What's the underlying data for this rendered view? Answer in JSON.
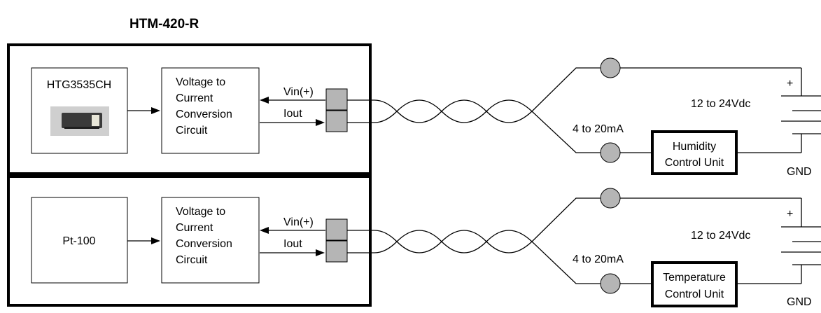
{
  "title": "HTM-420-R",
  "channels": [
    {
      "sensor": "HTG3535CH",
      "converter_lines": [
        "Voltage to",
        "Current",
        "Conversion",
        "Circuit"
      ],
      "vin_label": "Vin(+)",
      "iout_label": "Iout",
      "current_label": "4 to 20mA",
      "supply_label": "12 to 24Vdc",
      "plus_label": "+",
      "gnd_label": "GND",
      "control_lines": [
        "Humidity",
        "Control Unit"
      ]
    },
    {
      "sensor": "Pt-100",
      "converter_lines": [
        "Voltage to",
        "Current",
        "Conversion",
        "Circuit"
      ],
      "vin_label": "Vin(+)",
      "iout_label": "Iout",
      "current_label": "4 to 20mA",
      "supply_label": "12 to 24Vdc",
      "plus_label": "+",
      "gnd_label": "GND",
      "control_lines": [
        "Temperature",
        "Control Unit"
      ]
    }
  ],
  "colors": {
    "line": "#000000",
    "terminal_fill": "#b5b5b5",
    "sensor_chip": "#3a3a3a"
  }
}
